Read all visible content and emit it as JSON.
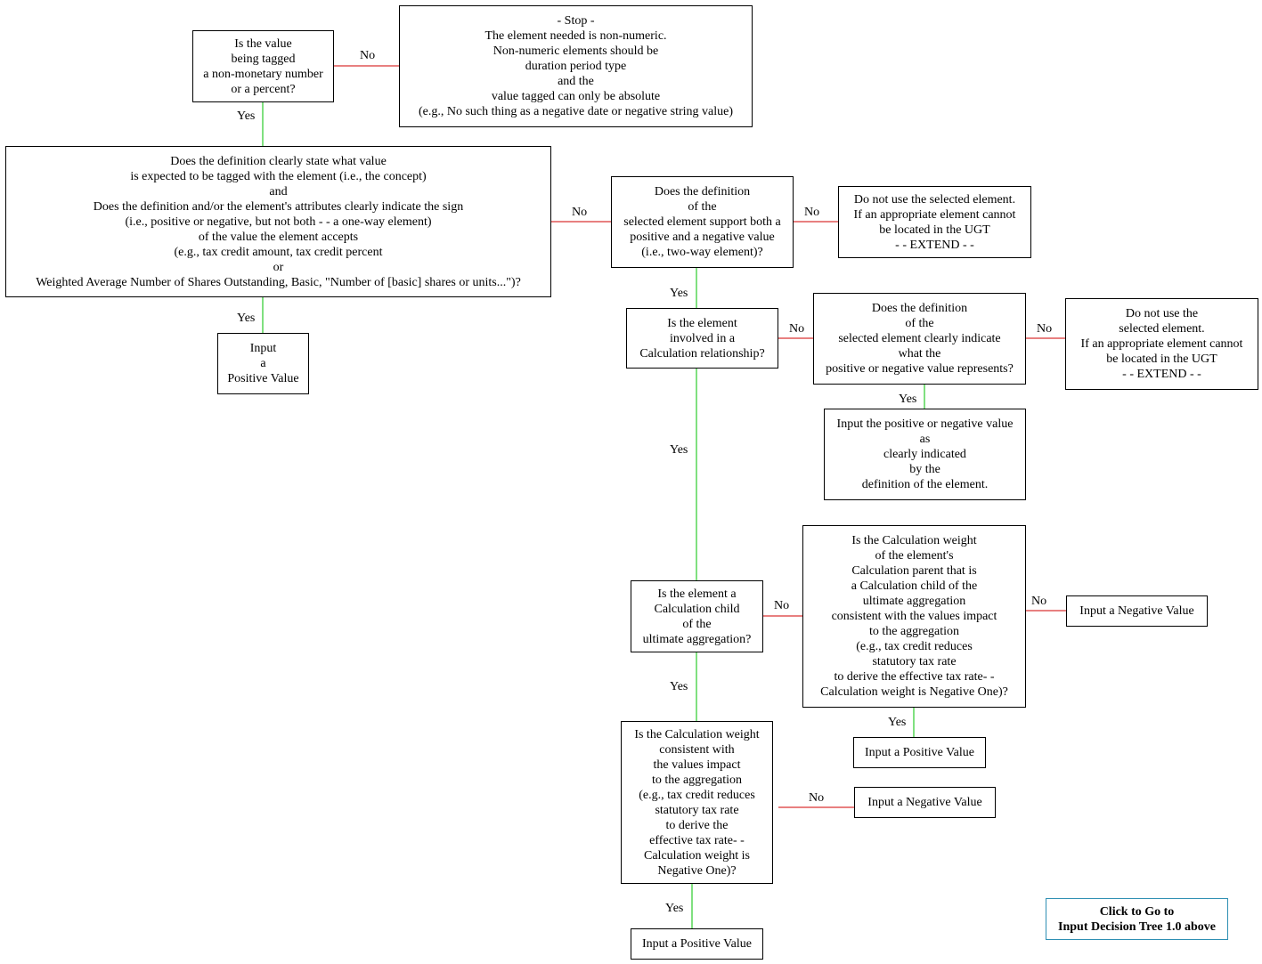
{
  "nodes": {
    "q_nonmonetary": "Is the value\nbeing tagged\na non-monetary number\nor a percent?",
    "stop_nonnumeric": "- Stop -\nThe element needed is non-numeric.\nNon-numeric elements should be\nduration period type\nand the\nvalue tagged can only be absolute\n(e.g., No such thing as a negative date or negative string value)",
    "q_definition_clear": "Does the definition clearly state what value\nis expected to be tagged with the element (i.e., the concept)\nand\nDoes the definition and/or the element's attributes clearly indicate the sign\n(i.e., positive or negative, but not both - - a one-way element)\nof the value the element accepts\n(e.g., tax credit amount, tax credit percent\nor\nWeighted Average Number of Shares Outstanding, Basic, \"Number of [basic] shares or units...\")?",
    "input_positive_1": "Input\na\nPositive Value",
    "q_two_way": "Does the definition\nof the\nselected element support both a\npositive and a negative value\n(i.e., two-way element)?",
    "extend_1": "Do not use the selected element.\nIf an appropriate element cannot\nbe located in the UGT\n- - EXTEND - -",
    "q_calc_relationship": "Is the element\ninvolved in a\nCalculation relationship?",
    "q_definition_indicates": "Does the definition\nof the\nselected element clearly indicate\nwhat the\npositive or negative value represents?",
    "extend_2": "Do not use the\nselected element.\nIf an appropriate element cannot\nbe located in the UGT\n- - EXTEND - -",
    "input_as_indicated": "Input the positive or negative value\nas\nclearly indicated\nby the\ndefinition of the element.",
    "q_calc_child": "Is the element a\nCalculation child\nof the\nultimate aggregation?",
    "q_parent_weight": "Is the Calculation weight\nof the element's\nCalculation parent that is\na Calculation child of the\nultimate aggregation\nconsistent with the values impact\nto the aggregation\n(e.g., tax credit reduces\nstatutory tax rate\nto derive the effective tax rate- -\nCalculation weight is Negative One)?",
    "input_negative_1": "Input a Negative Value",
    "input_positive_2": "Input a Positive Value",
    "q_weight_consistent": "Is the Calculation weight\nconsistent with\nthe values impact\nto the aggregation\n(e.g., tax credit reduces\nstatutory tax rate\nto derive the\neffective tax rate- -\nCalculation weight is\nNegative One)?",
    "input_negative_2": "Input a Negative Value",
    "input_positive_3": "Input a Positive Value",
    "link_back": "Click to Go to\nInput Decision Tree 1.0 above"
  },
  "labels": {
    "yes": "Yes",
    "no": "No"
  },
  "colors": {
    "yes_line": "#00c000",
    "no_line": "#d00000",
    "link_border": "#2e8fb3"
  }
}
